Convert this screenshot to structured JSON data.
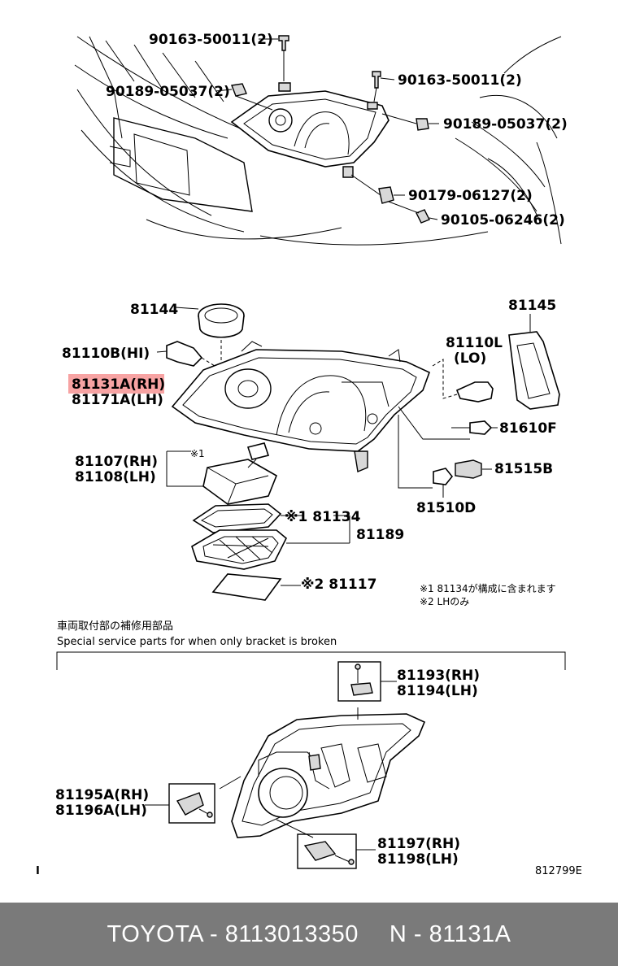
{
  "top_section": {
    "labels": [
      "90163-50011(2)",
      "90189-05037(2)",
      "90163-50011(2)",
      "90189-05037(2)",
      "90179-06127(2)",
      "90105-06246(2)"
    ]
  },
  "middle_section": {
    "l_81144": "81144",
    "l_81145": "81145",
    "l_81110b": "81110B(HI)",
    "l_81110l": "81110L",
    "l_lo": "(LO)",
    "l_81131a": "81131A(RH)",
    "l_81171a": "81171A(LH)",
    "l_81610f": "81610F",
    "l_81107": "81107(RH)",
    "l_81108": "81108(LH)",
    "l_mark1": "※1",
    "l_81515b": "81515B",
    "l_81510d": "81510D",
    "l_81134": "※1 81134",
    "l_81189": "81189",
    "l_81117": "※2 81117",
    "note1": "※1 81134が構成に含まれます",
    "note2": "※2 LHのみ"
  },
  "bottom_section": {
    "jp_heading": "車両取付部の補修用部品",
    "en_heading": "Special service parts for when only bracket is broken",
    "l_81193": "81193(RH)",
    "l_81194": "81194(LH)",
    "l_81195a": "81195A(RH)",
    "l_81196a": "81196A(LH)",
    "l_81197": "81197(RH)",
    "l_81198": "81198(LH)",
    "corner_mark": "I",
    "diagram_id": "812799E"
  },
  "highlight_color": "#f7a3a3",
  "footer": {
    "brand_part": "TOYOTA - 8113013350",
    "ref": "N - 81131A"
  }
}
